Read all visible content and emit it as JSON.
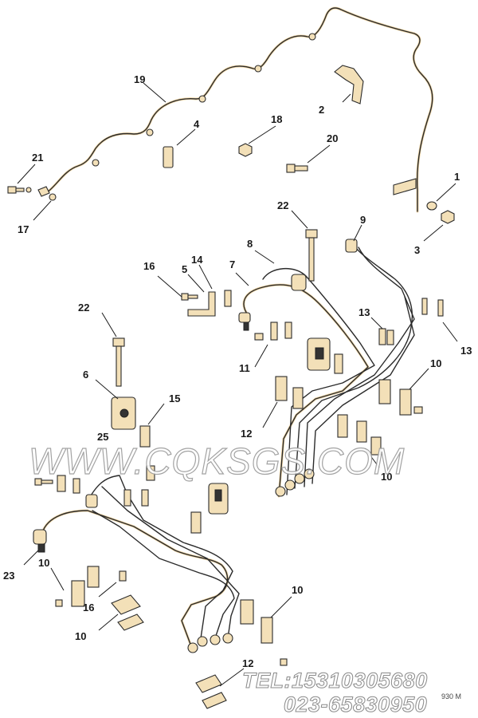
{
  "callouts": {
    "c1": "1",
    "c2": "2",
    "c3": "3",
    "c4": "4",
    "c5": "5",
    "c6": "6",
    "c7": "7",
    "c8": "8",
    "c9": "9",
    "c10a": "10",
    "c10b": "10",
    "c10c": "10",
    "c10d": "10",
    "c10e": "10",
    "c11": "11",
    "c12a": "12",
    "c12b": "12",
    "c13a": "13",
    "c13b": "13",
    "c14": "14",
    "c15": "15",
    "c16a": "16",
    "c16b": "16",
    "c17": "17",
    "c18": "18",
    "c19": "19",
    "c20": "20",
    "c21": "21",
    "c22a": "22",
    "c22b": "22",
    "c23": "23",
    "c25": "25"
  },
  "watermark": "WWW.CQKSGS.COM",
  "contact": {
    "tel": "TEL:15310305680",
    "phone": "023-65830950"
  },
  "figure_ref": "930 M"
}
